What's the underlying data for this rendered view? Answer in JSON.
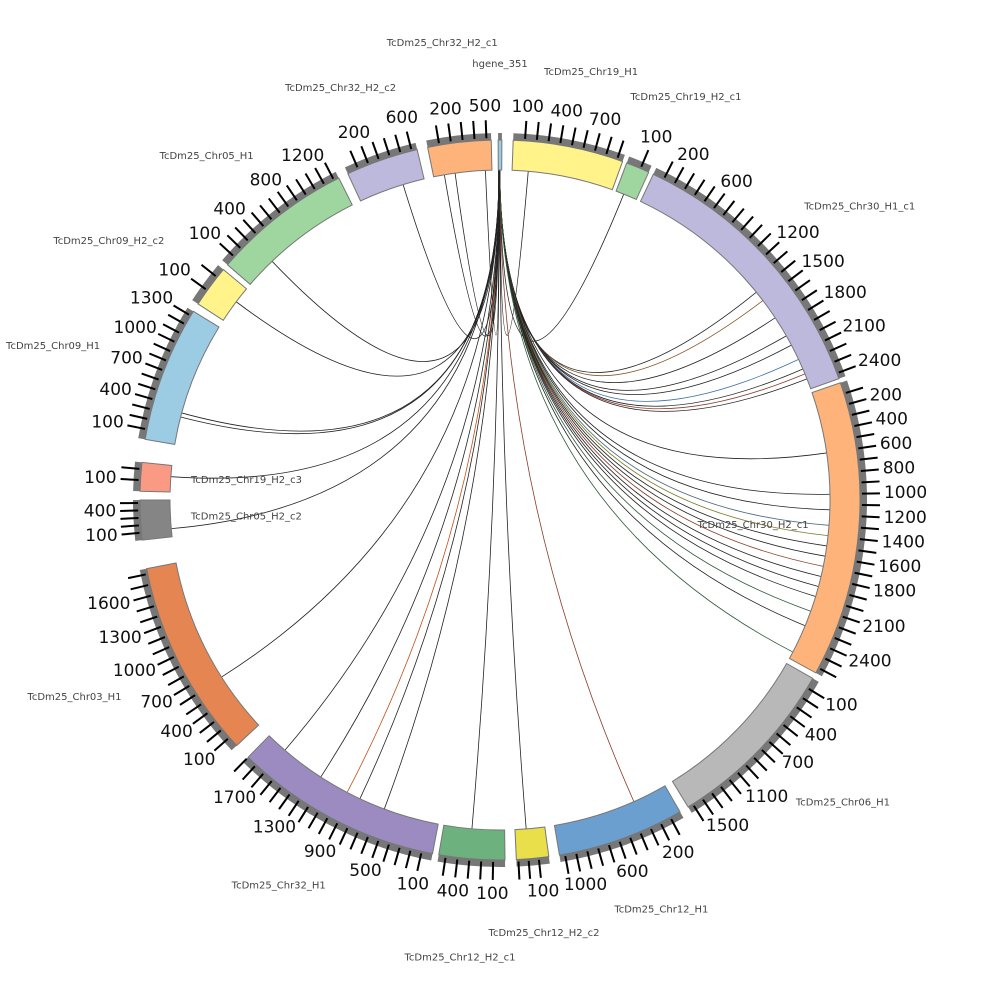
{
  "title": "Circos synteny plot",
  "tick_step": 100,
  "segments": [
    {
      "id": "hgene",
      "name": "hgene_351",
      "start": -0.3,
      "end": 0.3,
      "length": 20,
      "color": "#9ccbe4",
      "ticks": false
    },
    {
      "id": "chr19_h1",
      "name": "TcDm25_Chr19_H1",
      "start": 2.1,
      "end": 19.9,
      "length": 950,
      "color": "#fff38a"
    },
    {
      "id": "chr19_h2_c1",
      "name": "TcDm25_Chr19_H2_c1",
      "start": 20.6,
      "end": 24.4,
      "length": 160,
      "color": "#9fd69f"
    },
    {
      "id": "chr30_h1_c1",
      "name": "TcDm25_Chr30_H1_c1",
      "start": 25.2,
      "end": 70.3,
      "length": 2450,
      "color": "#bcb9dc"
    },
    {
      "id": "chr30_h2_c1",
      "name": "TcDm25_Chr30_H2_c1",
      "start": 71.0,
      "end": 118.7,
      "length": 2650,
      "color": "#fdb37a"
    },
    {
      "id": "chr06_h1",
      "name": "TcDm25_Chr06_H1",
      "start": 119.7,
      "end": 148.5,
      "length": 1650,
      "color": "#b8b8b8"
    },
    {
      "id": "chr12_h1",
      "name": "TcDm25_Chr12_H1",
      "start": 150.0,
      "end": 170.5,
      "length": 1150,
      "color": "#6a9fcf"
    },
    {
      "id": "chr12_h2_c2",
      "name": "TcDm25_Chr12_H2_c2",
      "start": 172.2,
      "end": 177.4,
      "length": 320,
      "color": "#e8df4a"
    },
    {
      "id": "chr12_h2_c1",
      "name": "TcDm25_Chr12_H2_c1",
      "start": 179.2,
      "end": 189.8,
      "length": 560,
      "color": "#6db27e"
    },
    {
      "id": "chr32_h1",
      "name": "TcDm25_Chr32_H1",
      "start": 190.8,
      "end": 224.4,
      "length": 1900,
      "color": "#9b8bc1"
    },
    {
      "id": "chr03_h1",
      "name": "TcDm25_Chr03_H1",
      "start": 227.0,
      "end": 259.0,
      "length": 1850,
      "color": "#e48552"
    },
    {
      "id": "chr05_h2_c2",
      "name": "TcDm25_Chr05_H2_c2",
      "start": 263.6,
      "end": 270.0,
      "length": 540,
      "color": "#858585"
    },
    {
      "id": "chr19_h2_c3",
      "name": "TcDm25_Chr19_H2_c3",
      "start": 271.4,
      "end": 276.0,
      "length": 260,
      "color": "#fb9a84"
    },
    {
      "id": "chr09_h1",
      "name": "TcDm25_Chr09_H1",
      "start": 279.7,
      "end": 301.6,
      "length": 1350,
      "color": "#9ccbe4"
    },
    {
      "id": "chr09_h2_c2",
      "name": "TcDm25_Chr09_H2_c2",
      "start": 303.0,
      "end": 309.8,
      "length": 260,
      "color": "#fff38a"
    },
    {
      "id": "chr05_h1",
      "name": "TcDm25_Chr05_H1",
      "start": 310.8,
      "end": 333.4,
      "length": 1350,
      "color": "#9fd69f"
    },
    {
      "id": "chr32_h2_c2",
      "name": "TcDm25_Chr32_H2_c2",
      "start": 335.0,
      "end": 346.7,
      "length": 650,
      "color": "#bcb9dc"
    },
    {
      "id": "chr32_h2_c1",
      "name": "TcDm25_Chr32_H2_c1",
      "start": 348.4,
      "end": 358.6,
      "length": 540,
      "color": "#fdb37a"
    }
  ],
  "links": [
    {
      "source": "hgene",
      "spos": 10,
      "target": "chr19_h1",
      "tpos": 150,
      "color": "#222"
    },
    {
      "source": "hgene",
      "spos": 10,
      "target": "chr19_h2_c1",
      "tpos": 60,
      "color": "#222"
    },
    {
      "source": "hgene",
      "spos": 9,
      "target": "chr30_h1_c1",
      "tpos": 1400,
      "color": "#222"
    },
    {
      "source": "hgene",
      "spos": 9,
      "target": "chr30_h1_c1",
      "tpos": 1500,
      "color": "#8a5a2b"
    },
    {
      "source": "hgene",
      "spos": 9,
      "target": "chr30_h1_c1",
      "tpos": 1700,
      "color": "#222"
    },
    {
      "source": "hgene",
      "spos": 9,
      "target": "chr30_h1_c1",
      "tpos": 1900,
      "color": "#222"
    },
    {
      "source": "hgene",
      "spos": 9,
      "target": "chr30_h1_c1",
      "tpos": 2000,
      "color": "#222"
    },
    {
      "source": "hgene",
      "spos": 9,
      "target": "chr30_h1_c1",
      "tpos": 2150,
      "color": "#3a6ea5"
    },
    {
      "source": "hgene",
      "spos": 9,
      "target": "chr30_h1_c1",
      "tpos": 2250,
      "color": "#222"
    },
    {
      "source": "hgene",
      "spos": 9,
      "target": "chr30_h1_c1",
      "tpos": 2300,
      "color": "#8a3b2b"
    },
    {
      "source": "hgene",
      "spos": 9,
      "target": "chr30_h1_c1",
      "tpos": 2350,
      "color": "#222"
    },
    {
      "source": "hgene",
      "spos": 8,
      "target": "chr30_h2_c1",
      "tpos": 600,
      "color": "#222"
    },
    {
      "source": "hgene",
      "spos": 8,
      "target": "chr30_h2_c1",
      "tpos": 1000,
      "color": "#222"
    },
    {
      "source": "hgene",
      "spos": 8,
      "target": "chr30_h2_c1",
      "tpos": 1150,
      "color": "#222"
    },
    {
      "source": "hgene",
      "spos": 8,
      "target": "chr30_h2_c1",
      "tpos": 1300,
      "color": "#4a6a7a"
    },
    {
      "source": "hgene",
      "spos": 8,
      "target": "chr30_h2_c1",
      "tpos": 1400,
      "color": "#7a7a20"
    },
    {
      "source": "hgene",
      "spos": 8,
      "target": "chr30_h2_c1",
      "tpos": 1500,
      "color": "#222"
    },
    {
      "source": "hgene",
      "spos": 8,
      "target": "chr30_h2_c1",
      "tpos": 1600,
      "color": "#222"
    },
    {
      "source": "hgene",
      "spos": 8,
      "target": "chr30_h2_c1",
      "tpos": 1700,
      "color": "#8a3b2b"
    },
    {
      "source": "hgene",
      "spos": 8,
      "target": "chr30_h2_c1",
      "tpos": 1800,
      "color": "#222"
    },
    {
      "source": "hgene",
      "spos": 8,
      "target": "chr30_h2_c1",
      "tpos": 1900,
      "color": "#222"
    },
    {
      "source": "hgene",
      "spos": 8,
      "target": "chr30_h2_c1",
      "tpos": 2000,
      "color": "#222"
    },
    {
      "source": "hgene",
      "spos": 8,
      "target": "chr30_h2_c1",
      "tpos": 2150,
      "color": "#2f5a3a"
    },
    {
      "source": "hgene",
      "spos": 8,
      "target": "chr30_h2_c1",
      "tpos": 2300,
      "color": "#222"
    },
    {
      "source": "hgene",
      "spos": 8,
      "target": "chr30_h2_c1",
      "tpos": 2580,
      "color": "#2f5a3a"
    },
    {
      "source": "hgene",
      "spos": 7,
      "target": "chr12_h1",
      "tpos": 340,
      "color": "#8a3b2b"
    },
    {
      "source": "hgene",
      "spos": 7,
      "target": "chr12_h2_c2",
      "tpos": 200,
      "color": "#222"
    },
    {
      "source": "hgene",
      "spos": 7,
      "target": "chr12_h2_c1",
      "tpos": 300,
      "color": "#222"
    },
    {
      "source": "hgene",
      "spos": 6,
      "target": "chr32_h1",
      "tpos": 550,
      "color": "#222"
    },
    {
      "source": "hgene",
      "spos": 6,
      "target": "chr32_h1",
      "tpos": 810,
      "color": "#222"
    },
    {
      "source": "hgene",
      "spos": 6,
      "target": "chr32_h1",
      "tpos": 950,
      "color": "#c0501a"
    },
    {
      "source": "hgene",
      "spos": 6,
      "target": "chr32_h1",
      "tpos": 1250,
      "color": "#222"
    },
    {
      "source": "hgene",
      "spos": 6,
      "target": "chr32_h1",
      "tpos": 1690,
      "color": "#222"
    },
    {
      "source": "hgene",
      "spos": 5,
      "target": "chr03_h1",
      "tpos": 610,
      "color": "#222"
    },
    {
      "source": "hgene",
      "spos": 5,
      "target": "chr05_h2_c2",
      "tpos": 120,
      "color": "#222"
    },
    {
      "source": "hgene",
      "spos": 5,
      "target": "chr19_h2_c3",
      "tpos": 150,
      "color": "#222"
    },
    {
      "source": "hgene",
      "spos": 4,
      "target": "chr09_h1",
      "tpos": 300,
      "color": "#222"
    },
    {
      "source": "hgene",
      "spos": 4,
      "target": "chr09_h1",
      "tpos": 345,
      "color": "#222"
    },
    {
      "source": "hgene",
      "spos": 4,
      "target": "chr09_h2_c2",
      "tpos": 150,
      "color": "#222"
    },
    {
      "source": "hgene",
      "spos": 3,
      "target": "chr05_h1",
      "tpos": 330,
      "color": "#222"
    },
    {
      "source": "hgene",
      "spos": 3,
      "target": "chr32_h2_c2",
      "tpos": 440,
      "color": "#222"
    },
    {
      "source": "hgene",
      "spos": 2,
      "target": "chr32_h2_c1",
      "tpos": 100,
      "color": "#222"
    },
    {
      "source": "hgene",
      "spos": 2,
      "target": "chr32_h2_c1",
      "tpos": 200,
      "color": "#222"
    },
    {
      "source": "hgene",
      "spos": 2,
      "target": "chr32_h2_c1",
      "tpos": 480,
      "color": "#222"
    }
  ]
}
